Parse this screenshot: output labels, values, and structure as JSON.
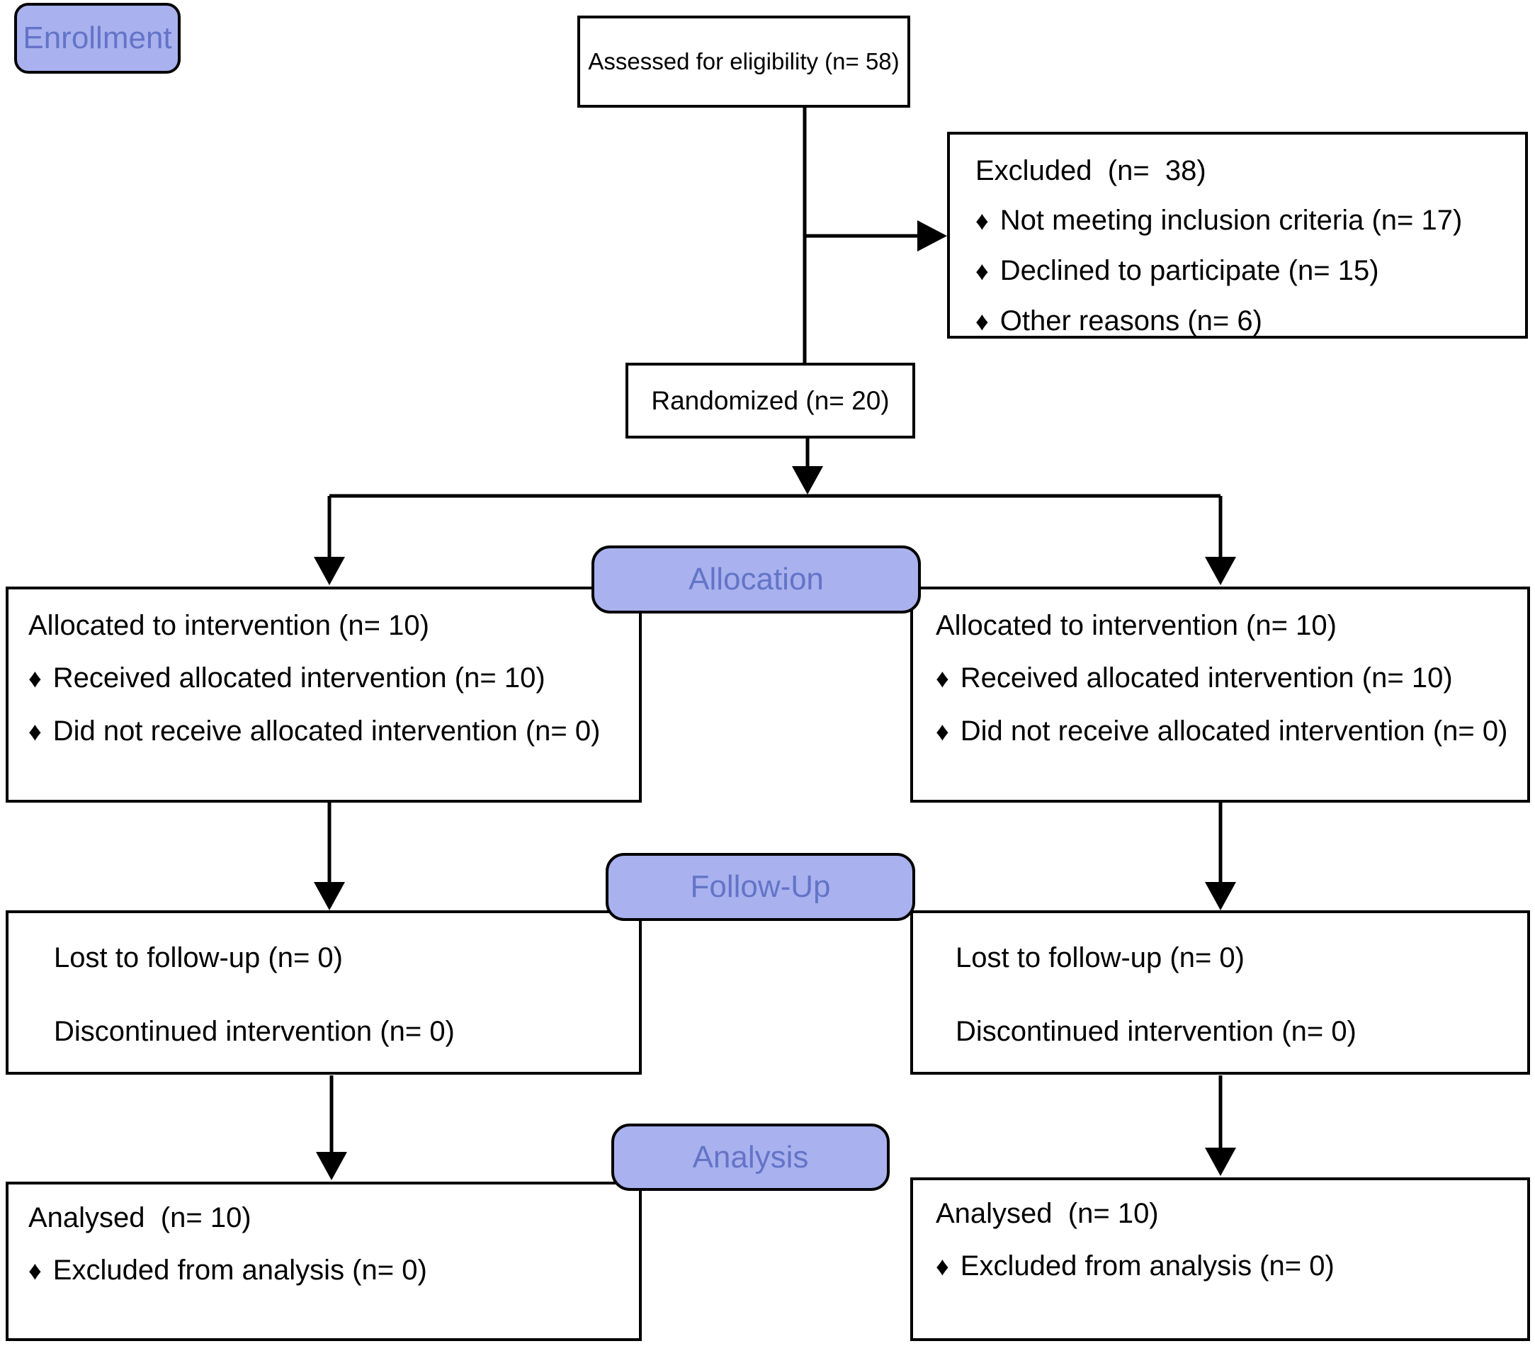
{
  "diagram": {
    "bullet_char": "♦",
    "colors": {
      "badge_fill": "#a9b2ee",
      "badge_text": "#6374c8",
      "box_border": "#000000",
      "box_fill": "#ffffff",
      "arrow": "#000000"
    },
    "stages": {
      "enrollment": {
        "label": "Enrollment"
      },
      "allocation": {
        "label": "Allocation"
      },
      "followup": {
        "label": "Follow-Up"
      },
      "analysis": {
        "label": "Analysis"
      }
    },
    "boxes": {
      "assessed": {
        "text": "Assessed for eligibility (n= 58)"
      },
      "excluded": {
        "title": "Excluded  (n=  38)",
        "items": [
          "Not meeting inclusion criteria (n= 17)",
          "Declined to participate (n= 15)",
          "Other reasons (n= 6)"
        ]
      },
      "randomized": {
        "text": "Randomized (n= 20)"
      },
      "alloc_left": {
        "title": "Allocated to intervention (n= 10)",
        "items": [
          "Received allocated intervention (n= 10)",
          "Did not receive allocated intervention (n= 0)"
        ]
      },
      "alloc_right": {
        "title": "Allocated to intervention (n= 10)",
        "items": [
          "Received allocated intervention (n= 10)",
          "Did not receive allocated intervention (n= 0)"
        ]
      },
      "followup_left": {
        "lines": [
          "Lost to follow-up (n= 0)",
          "Discontinued intervention (n= 0)"
        ]
      },
      "followup_right": {
        "lines": [
          "Lost to follow-up (n= 0)",
          "Discontinued intervention (n= 0)"
        ]
      },
      "analysis_left": {
        "title": "Analysed  (n= 10)",
        "items": [
          "Excluded from analysis (n= 0)"
        ]
      },
      "analysis_right": {
        "title": "Analysed  (n= 10)",
        "items": [
          "Excluded from analysis (n= 0)"
        ]
      }
    }
  }
}
